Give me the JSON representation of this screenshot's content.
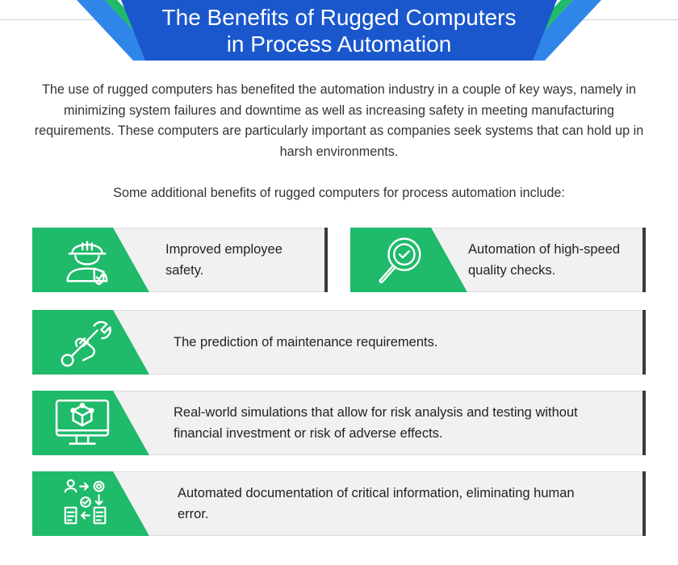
{
  "title": {
    "line1": "The Benefits of Rugged Computers",
    "line2": "in Process Automation"
  },
  "intro": "The use of rugged computers has benefited the automation industry in a couple of key ways, namely in minimizing system failures and downtime as well as increasing safety in meeting manufacturing requirements. These computers are particularly important as companies seek systems that can hold up in harsh environments.",
  "subheading": "Some additional benefits of rugged computers for process automation include:",
  "colors": {
    "banner_blue": "#1a57cc",
    "accent_blue": "#2f86e8",
    "green": "#1fba6a",
    "card_bg": "#f1f1f1",
    "card_bar": "#3a3a3a"
  },
  "benefits": [
    {
      "icon": "worker-shield-icon",
      "text": "Improved employee safety."
    },
    {
      "icon": "magnifier-check-icon",
      "text": "Automation of high-speed quality checks."
    },
    {
      "icon": "wrench-hand-icon",
      "text": "The prediction of maintenance requirements."
    },
    {
      "icon": "monitor-cube-icon",
      "text": "Real-world simulations that allow for risk analysis and testing without financial investment or risk of adverse effects."
    },
    {
      "icon": "document-workflow-icon",
      "text": "Automated documentation of critical information, eliminating human error."
    }
  ]
}
